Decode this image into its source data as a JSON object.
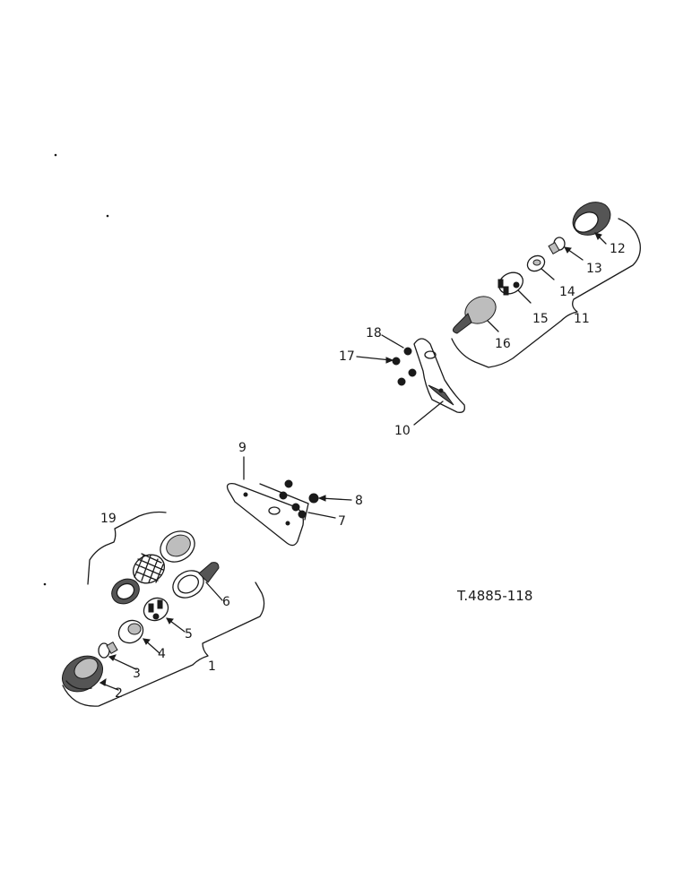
{
  "drawing_reference": "T.4885-118",
  "callouts": {
    "c1": "1",
    "c2": "2",
    "c3": "3",
    "c4": "4",
    "c5": "5",
    "c6": "6",
    "c7": "7",
    "c8": "8",
    "c9": "9",
    "c10": "10",
    "c11": "11",
    "c12": "12",
    "c13": "13",
    "c14": "14",
    "c15": "15",
    "c16": "16",
    "c17": "17",
    "c18": "18",
    "c19": "19"
  },
  "colors": {
    "ink": "#1a1a1a",
    "paper": "#ffffff"
  }
}
